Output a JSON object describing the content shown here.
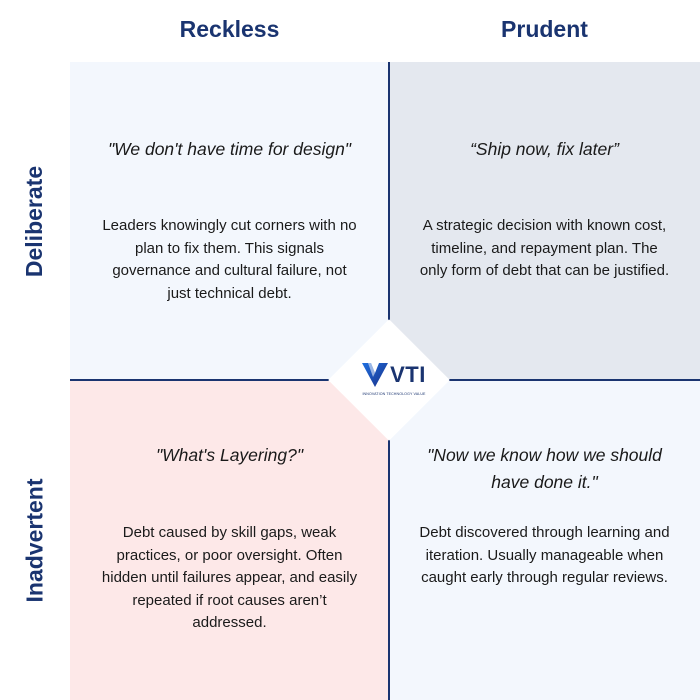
{
  "columns": {
    "left": "Reckless",
    "right": "Prudent"
  },
  "rows": {
    "top": "Deliberate",
    "bottom": "Inadvertent"
  },
  "quadrants": {
    "reckless_deliberate": {
      "quote": "\"We don't have time for design\"",
      "description": "Leaders knowingly cut corners with no plan to fix them. This signals governance and cultural failure, not just technical debt."
    },
    "prudent_deliberate": {
      "quote": "“Ship now, fix later”",
      "description": "A strategic decision with known cost, timeline, and repayment plan. The only form of debt that can be justified."
    },
    "reckless_inadvertent": {
      "quote": "\"What's Layering?\"",
      "description": "Debt caused by skill gaps, weak practices, or poor oversight. Often hidden until failures appear, and easily repeated if root causes aren’t addressed."
    },
    "prudent_inadvertent": {
      "quote": "\"Now we know how we should have done it.\"",
      "description": "Debt discovered through learning and iteration. Usually manageable when caught early through regular reviews."
    }
  },
  "logo": {
    "text": "VTI",
    "tagline": "INNOVATION TECHNOLOGY VALUE",
    "icon": "vti-logo-icon"
  },
  "colors": {
    "heading": "#1a3470",
    "reckless_deliberate_bg": "#f3f7fd",
    "prudent_deliberate_bg": "#e4e8ef",
    "reckless_inadvertent_bg": "#fde8e8",
    "prudent_inadvertent_bg": "#f3f7fd",
    "logo_gradient_start": "#1f6fe0",
    "logo_gradient_end": "#1a2f86"
  }
}
